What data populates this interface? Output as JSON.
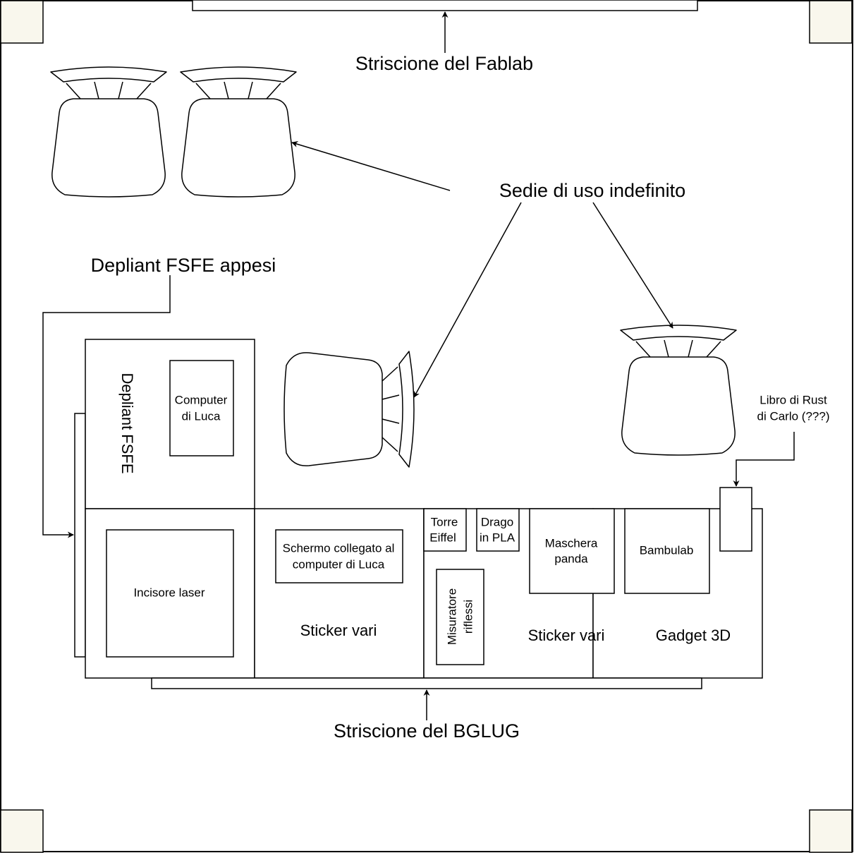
{
  "colors": {
    "pillar": "#f9f7ed",
    "stroke": "#000000",
    "background": "#ffffff"
  },
  "labels": {
    "banner_fablab": "Striscione del Fablab",
    "banner_bglug": "Striscione del BGLUG",
    "chairs_unused": "Sedie di uso indefinito",
    "fsfe_hung": "Depliant FSFE appesi",
    "fsfe_table": "Depliant FSFE",
    "luca_computer_1": "Computer",
    "luca_computer_2": "di Luca",
    "laser_engraver": "Incisore laser",
    "screen_1": "Schermo collegato al",
    "screen_2": "computer di Luca",
    "stickers_1": "Sticker vari",
    "stickers_2": "Sticker vari",
    "eiffel_1": "Torre",
    "eiffel_2": "Eiffel",
    "dragon_1": "Drago",
    "dragon_2": "in PLA",
    "panda_1": "Maschera",
    "panda_2": "panda",
    "bambulab": "Bambulab",
    "reflex_1": "Misuratore",
    "reflex_2": "riflessi",
    "gadget": "Gadget 3D",
    "rust_book_1": "Libro di Rust",
    "rust_book_2": "di Carlo (???)"
  }
}
